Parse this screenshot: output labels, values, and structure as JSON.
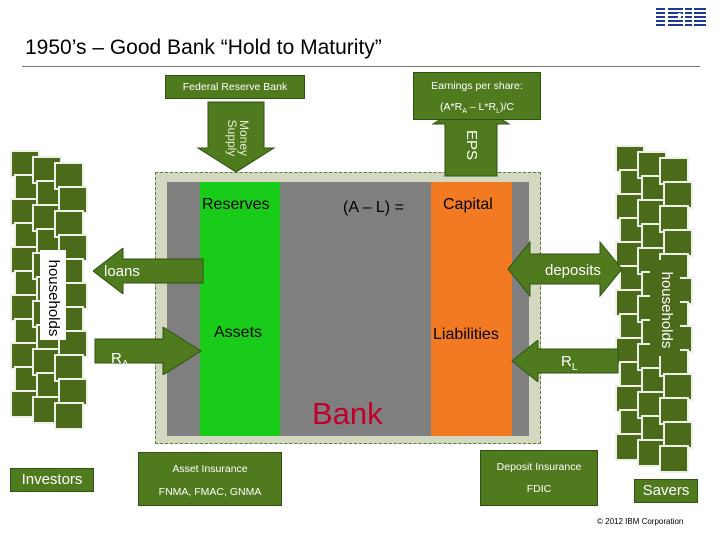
{
  "title": "1950’s – Good Bank “Hold to Maturity”",
  "logo": "IBM",
  "federal_reserve": "Federal Reserve Bank",
  "eps_box": {
    "label": "Earnings per share:",
    "formula": "(A*RA – L*RL)/C"
  },
  "money_supply": "Money Supply",
  "eps": "EPS",
  "reserves": "Reserves",
  "equation": "(A – L) =",
  "capital": "Capital",
  "loans": "loans",
  "deposits": "deposits",
  "assets": "Assets",
  "liabilities": "Liabilities",
  "ra": "RA",
  "rl": "RL",
  "bank": "Bank",
  "households_left": "households",
  "households_right": "households",
  "investors": "Investors",
  "savers": "Savers",
  "asset_insurance": {
    "label": "Asset Insurance",
    "agencies": "FNMA, FMAC, GNMA"
  },
  "deposit_insurance": {
    "label": "Deposit Insurance",
    "agency": "FDIC"
  },
  "copyright": "© 2012 IBM Corporation",
  "colors": {
    "green_box": "#4f7a1e",
    "assets": "#19cc19",
    "liabilities": "#f27a22",
    "bank": "#7f7f7f",
    "bank_label": "#c0002a",
    "ibm_blue": "#1f3a93"
  }
}
